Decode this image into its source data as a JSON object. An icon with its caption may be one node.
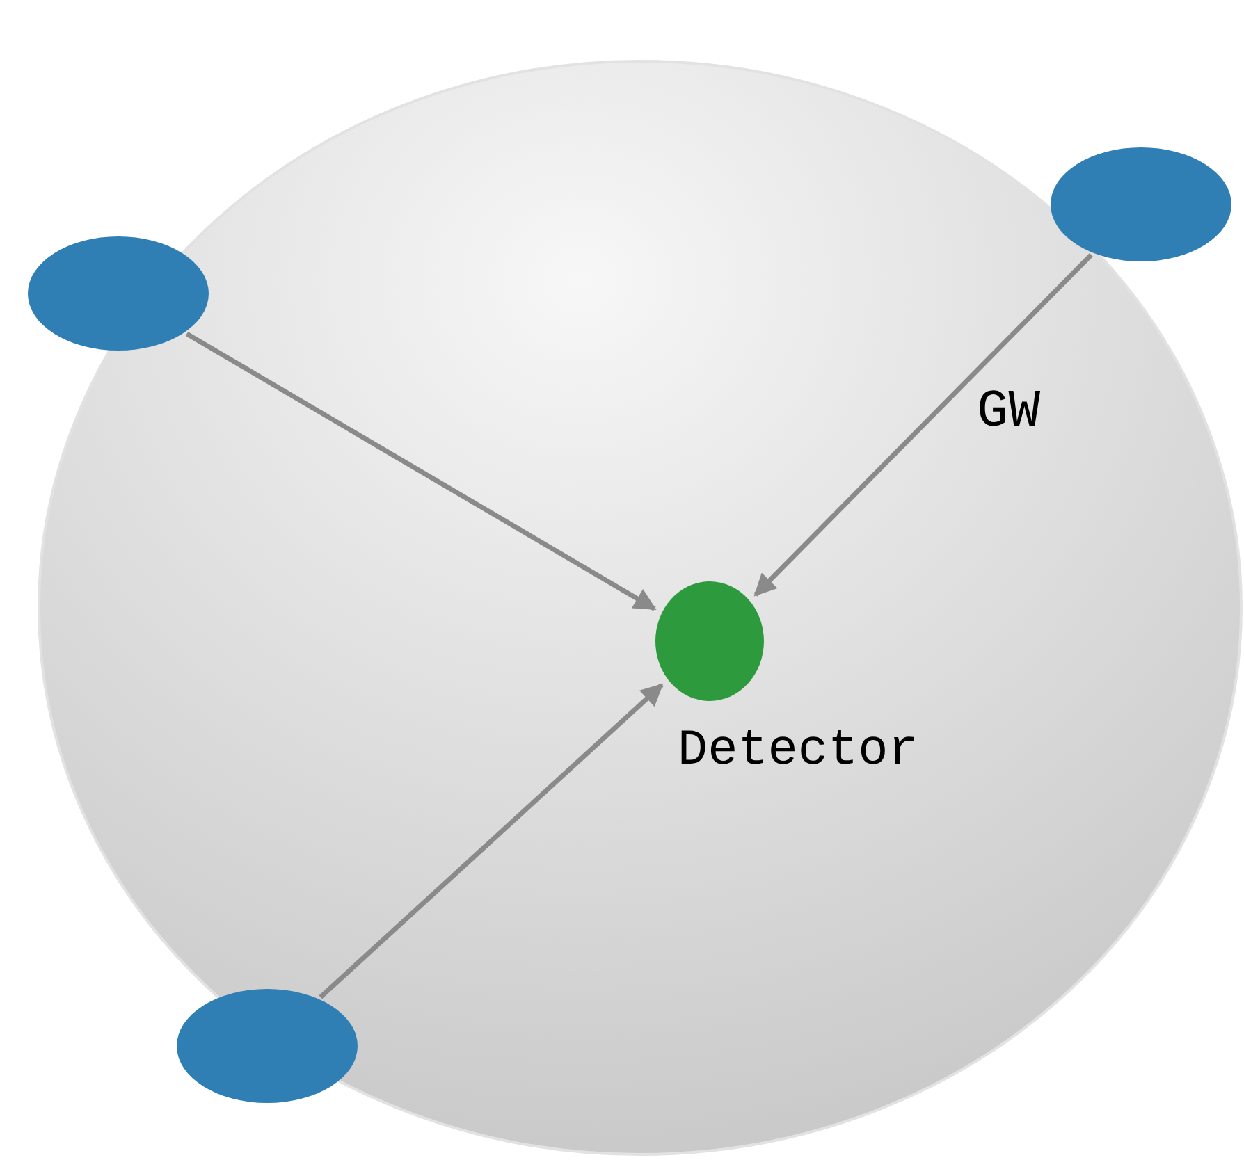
{
  "diagram": {
    "nodes": [
      {
        "text": [],
        "shape": "circle"
      },
      {
        "text": [],
        "shape": "circle"
      },
      {
        "text": [
          "Detector"
        ]
      },
      {
        "text": [],
        "shape": "circle"
      }
    ],
    "edges": [
      {
        "from": 0,
        "to": 2,
        "arrow": "to",
        "label": "GW"
      },
      {
        "from": 1,
        "to": 2,
        "arrow": "to"
      },
      {
        "from": 3,
        "to": 2,
        "arrow": "to"
      }
    ]
  }
}
